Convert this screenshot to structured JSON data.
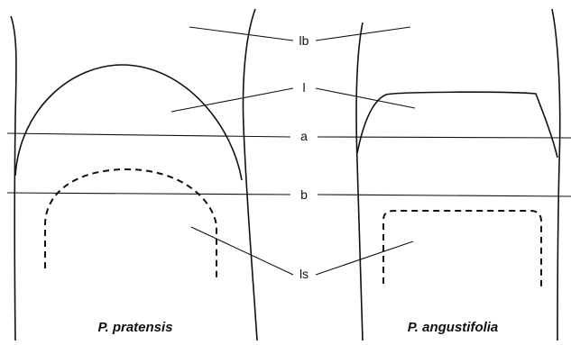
{
  "labels": {
    "lb": "lb",
    "l": "l",
    "a": "a",
    "b": "b",
    "ls": "ls"
  },
  "species": {
    "left": "P. pratensis",
    "right": "P. angustifolia"
  }
}
